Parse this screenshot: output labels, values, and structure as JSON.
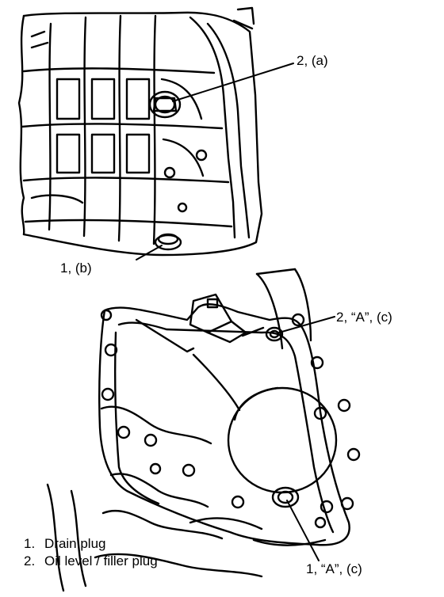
{
  "callouts": {
    "top_filler": "2, (a)",
    "top_drain": "1, (b)",
    "bottom_filler": "2, “A”, (c)",
    "bottom_drain": "1, “A”, (c)"
  },
  "legend": [
    {
      "number": "1.",
      "text": "Drain plug"
    },
    {
      "number": "2.",
      "text": "Oil level / filler plug"
    }
  ]
}
